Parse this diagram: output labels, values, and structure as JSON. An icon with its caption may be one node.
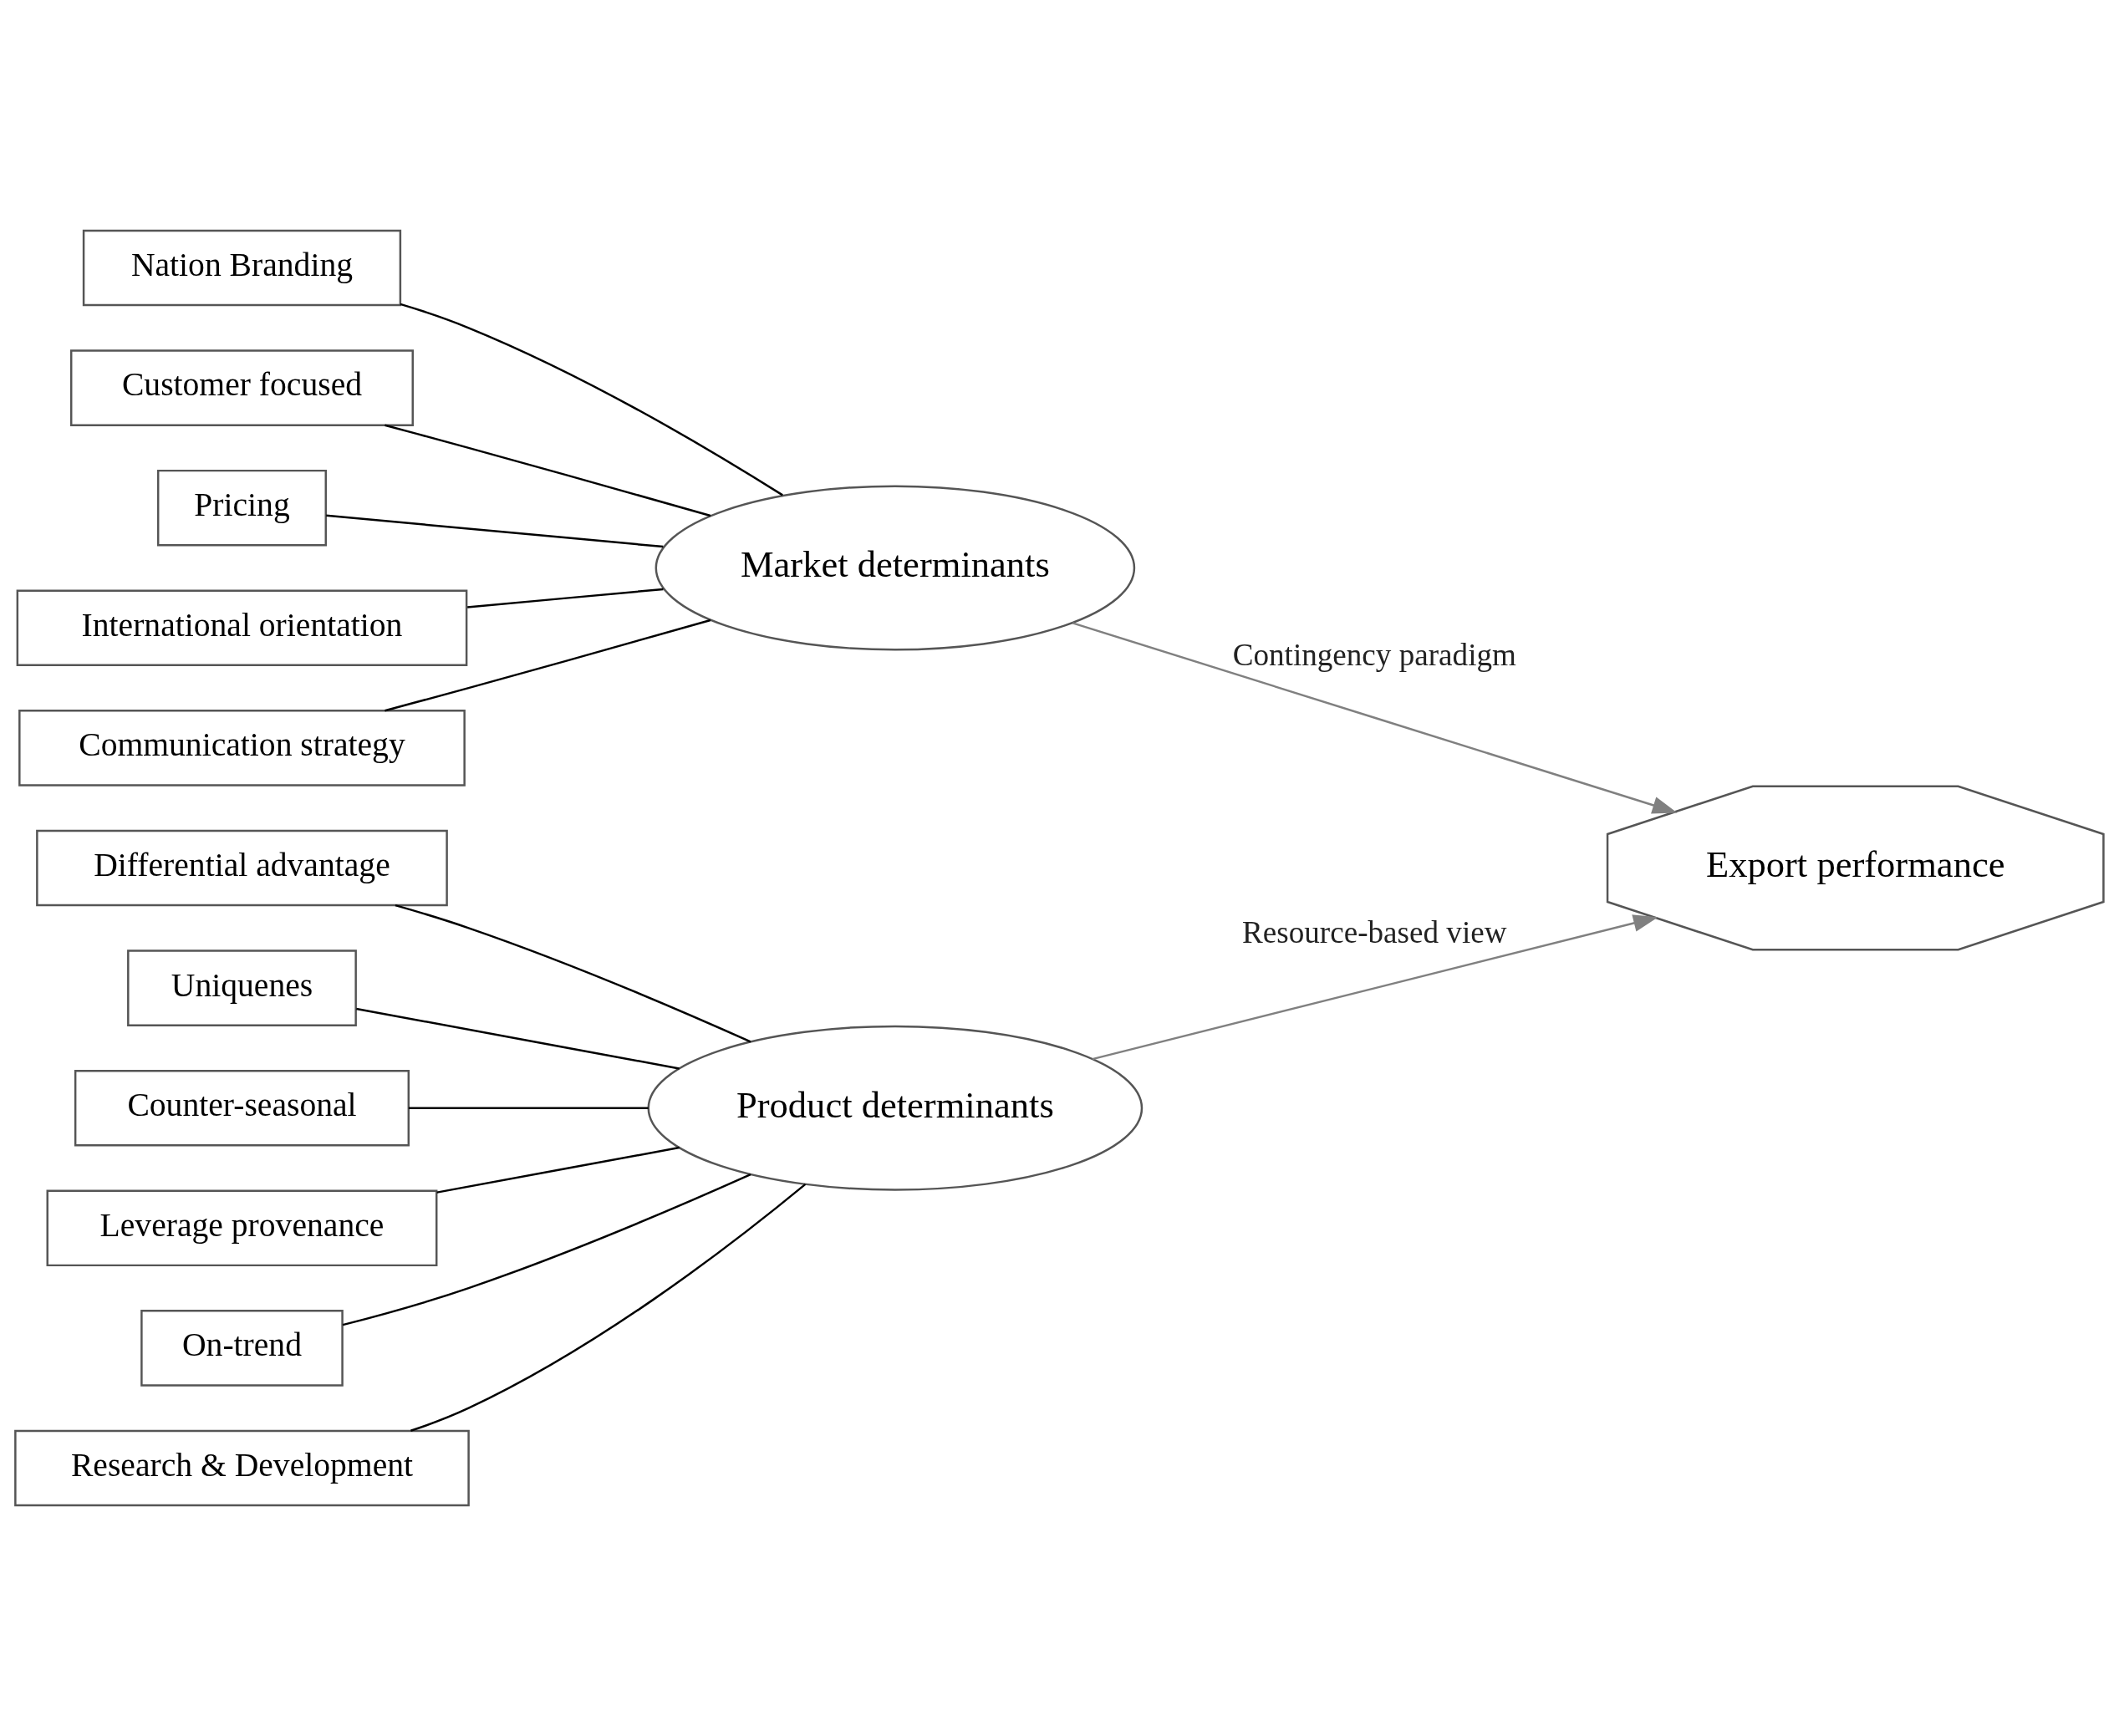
{
  "diagram": {
    "nodes": [
      {
        "text": [
          "Differential advantage"
        ]
      },
      {
        "text": [
          "Uniquenes"
        ]
      },
      {
        "text": [
          "Counter-seasonal"
        ]
      },
      {
        "text": [
          "Leverage provenance"
        ]
      },
      {
        "text": [
          "On-trend"
        ]
      },
      {
        "text": [
          "Research & Development"
        ]
      },
      {
        "text": [
          "Product determinants"
        ]
      },
      {
        "text": [
          "Customer focused"
        ]
      },
      {
        "text": [
          "Pricing"
        ]
      },
      {
        "text": [
          "International orientation"
        ]
      },
      {
        "text": [
          "Communication strategy"
        ]
      },
      {
        "text": [
          "Nation Branding"
        ]
      },
      {
        "text": [
          "Market determinants"
        ]
      },
      {
        "text": [
          "Export performance"
        ]
      }
    ],
    "edges": [
      {
        "from": 0,
        "to": 6,
        "arrow": "none"
      },
      {
        "from": 1,
        "to": 6,
        "arrow": "none"
      },
      {
        "from": 2,
        "to": 6,
        "arrow": "none"
      },
      {
        "from": 3,
        "to": 6,
        "arrow": "none"
      },
      {
        "from": 4,
        "to": 6,
        "arrow": "none"
      },
      {
        "from": 5,
        "to": 6,
        "arrow": "none"
      },
      {
        "from": 7,
        "to": 12,
        "arrow": "none"
      },
      {
        "from": 8,
        "to": 12,
        "arrow": "none"
      },
      {
        "from": 9,
        "to": 12,
        "arrow": "none"
      },
      {
        "from": 10,
        "to": 12,
        "arrow": "none"
      },
      {
        "from": 11,
        "to": 12,
        "arrow": "none"
      },
      {
        "from": 6,
        "to": 13,
        "arrow": "to",
        "label": "Resource-based view",
        "color": "#808080"
      },
      {
        "from": 12,
        "to": 13,
        "arrow": "to",
        "label": "Contingency paradigm",
        "color": "#808080"
      }
    ]
  }
}
